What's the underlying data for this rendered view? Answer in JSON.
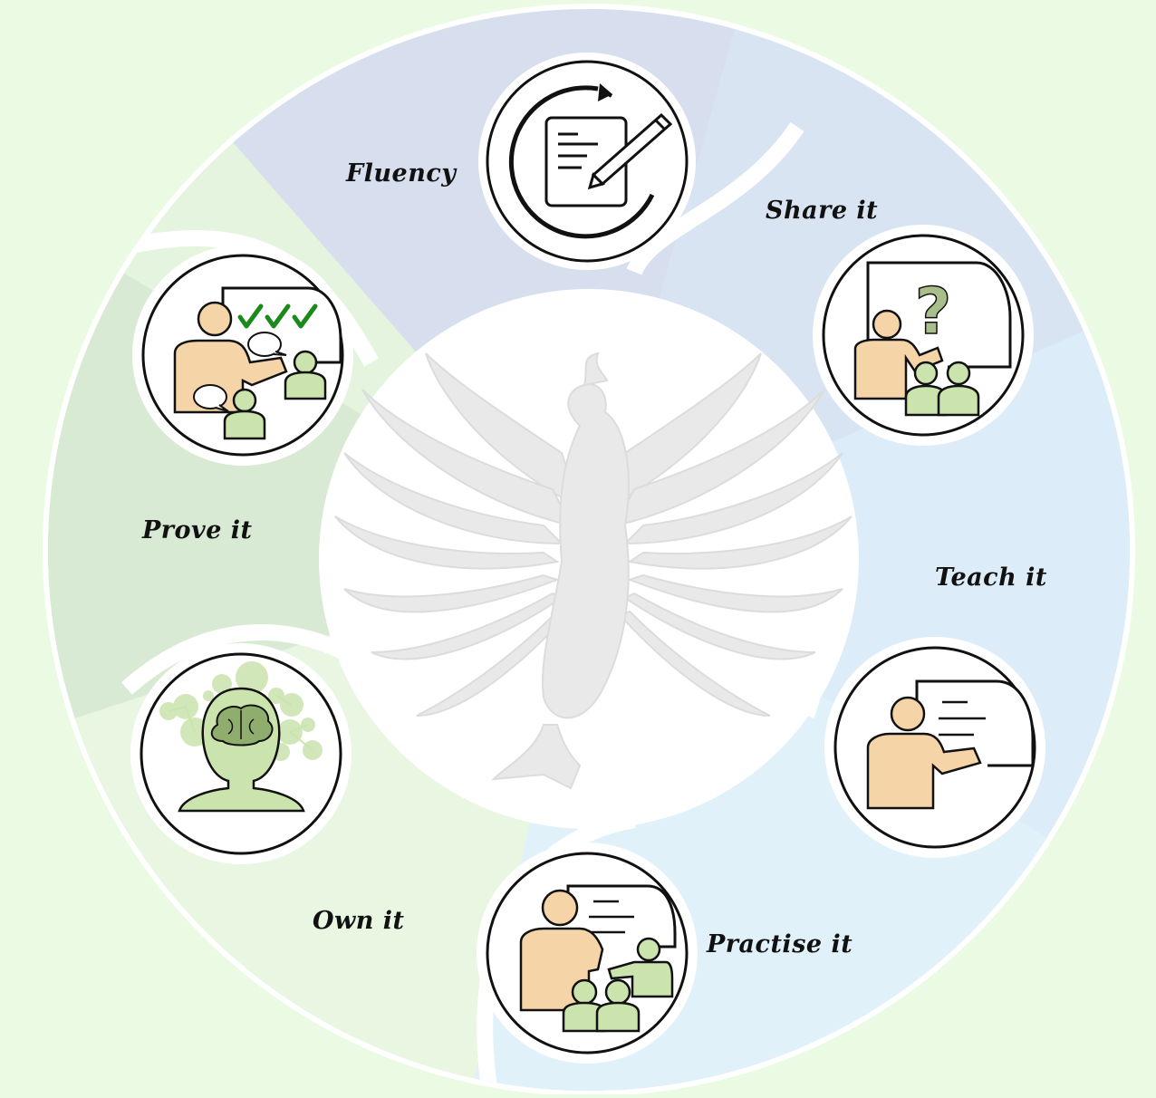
{
  "diagram": {
    "stages": [
      {
        "id": "fluency",
        "label": "Fluency",
        "icon": "worksheet-pencil-cycle-icon"
      },
      {
        "id": "share",
        "label": "Share it",
        "icon": "teacher-question-board-icon"
      },
      {
        "id": "teach",
        "label": "Teach it",
        "icon": "teacher-whiteboard-icon"
      },
      {
        "id": "practise",
        "label": "Practise it",
        "icon": "teacher-students-whiteboard-icon"
      },
      {
        "id": "own",
        "label": "Own it",
        "icon": "brain-head-icon"
      },
      {
        "id": "prove",
        "label": "Prove it",
        "icon": "teacher-checkmarks-board-icon"
      }
    ],
    "center_icon": "phoenix-emblem-icon",
    "colors": {
      "background": "#ebfbe3",
      "fluency_segment": "#d7e0ee",
      "share_segment": "#d8e6f3",
      "teach_segment": "#dcecf8",
      "practise_segment": "#e0f1fb",
      "own_segment": "#e8f6df",
      "prove_segment": "#d9ebd5",
      "skin": "#f5d4a8",
      "student": "#cbe3ad",
      "check": "#1b8a1b",
      "question": "#a9bf8b"
    }
  }
}
